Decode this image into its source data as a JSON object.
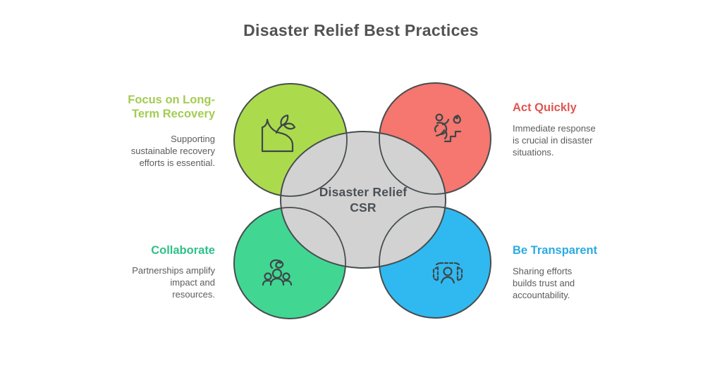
{
  "title": "Disaster Relief Best Practices",
  "center": {
    "label": "Disaster Relief\nCSR"
  },
  "colors": {
    "background": "#ffffff",
    "outline": "#474d4f",
    "icon_stroke": "#3d4749",
    "center_fill": "#d2d2d2",
    "center_text": "#4b5055",
    "title_text": "#515254",
    "body_text": "#5c5c5c"
  },
  "nodes": [
    {
      "id": "focus-long-term-recovery",
      "heading": "Focus on Long-\nTerm Recovery",
      "body": "Supporting\nsustainable recovery\nefforts is essential.",
      "circle_color": "#abdb4d",
      "heading_color": "#a3cc52",
      "icon": "sprout-growth-icon"
    },
    {
      "id": "act-quickly",
      "heading": "Act Quickly",
      "body": "Immediate response\nis crucial in disaster\nsituations.",
      "circle_color": "#f5776f",
      "heading_color": "#e05551",
      "icon": "runner-urgency-icon"
    },
    {
      "id": "collaborate",
      "heading": "Collaborate",
      "body": "Partnerships amplify\nimpact and\nresources.",
      "circle_color": "#41d793",
      "heading_color": "#2ec189",
      "icon": "team-collaboration-icon"
    },
    {
      "id": "be-transparent",
      "heading": "Be Transparent",
      "body": "Sharing efforts\nbuilds trust and\naccountability.",
      "circle_color": "#30b9f1",
      "heading_color": "#2aabe2",
      "icon": "transparency-audience-icon"
    }
  ]
}
